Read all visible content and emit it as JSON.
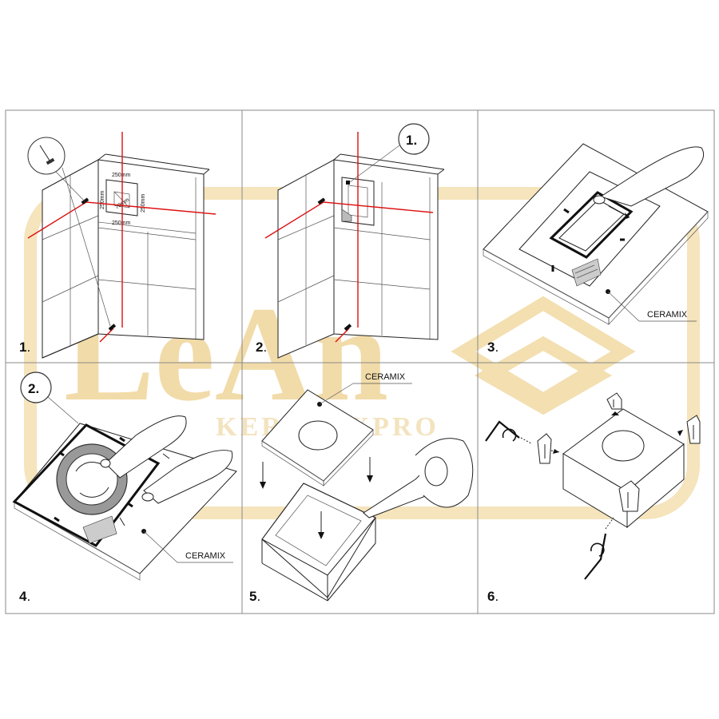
{
  "steps": [
    {
      "number": "1",
      "suffix": "."
    },
    {
      "number": "2",
      "suffix": "."
    },
    {
      "number": "3",
      "suffix": "."
    },
    {
      "number": "4",
      "suffix": "."
    },
    {
      "number": "5",
      "suffix": "."
    },
    {
      "number": "6",
      "suffix": "."
    }
  ],
  "panel1": {
    "dim_top": "250mm",
    "dim_bottom": "250mm",
    "dim_left": "250mm",
    "dim_right": "250mm",
    "dim_center": "70mm"
  },
  "panel2": {
    "bubble": "1."
  },
  "panel3": {
    "callout": "CERAMIX"
  },
  "panel4": {
    "bubble": "2.",
    "callout": "CERAMIX"
  },
  "panel5": {
    "callout": "CERAMIX"
  },
  "watermark": {
    "brand": "LeAn",
    "sub": "KERAMIXPRO"
  },
  "colors": {
    "laser": "#dd1111",
    "watermark": "#f1dba8",
    "ink": "#222222"
  }
}
